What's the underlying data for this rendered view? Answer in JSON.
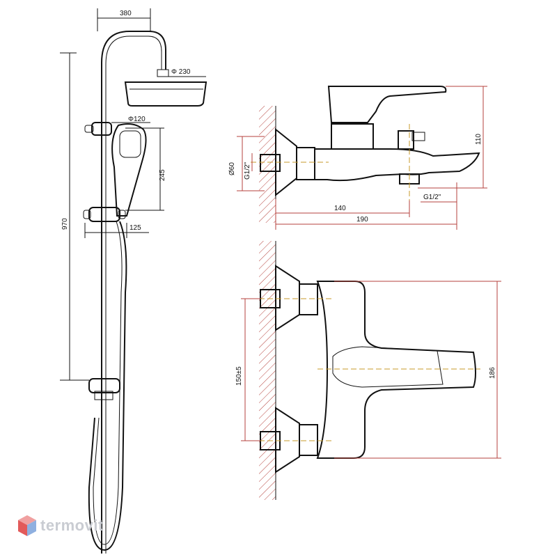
{
  "dimensions": {
    "shower_reach": "380",
    "head_diameter": "Φ 230",
    "hand_diameter": "Φ120",
    "hand_height": "245",
    "total_height": "970",
    "hand_offset": "125",
    "flange_diameter": "Ø60",
    "inlet_thread": "G1/2\"",
    "spout_depth": "140",
    "total_depth": "190",
    "mixer_height": "110",
    "outlet_thread": "G1/2\"",
    "center_distance": "150±5",
    "mixer_width": "186"
  },
  "watermark": {
    "text": "termovit",
    "logo": "cube-logo-icon"
  }
}
